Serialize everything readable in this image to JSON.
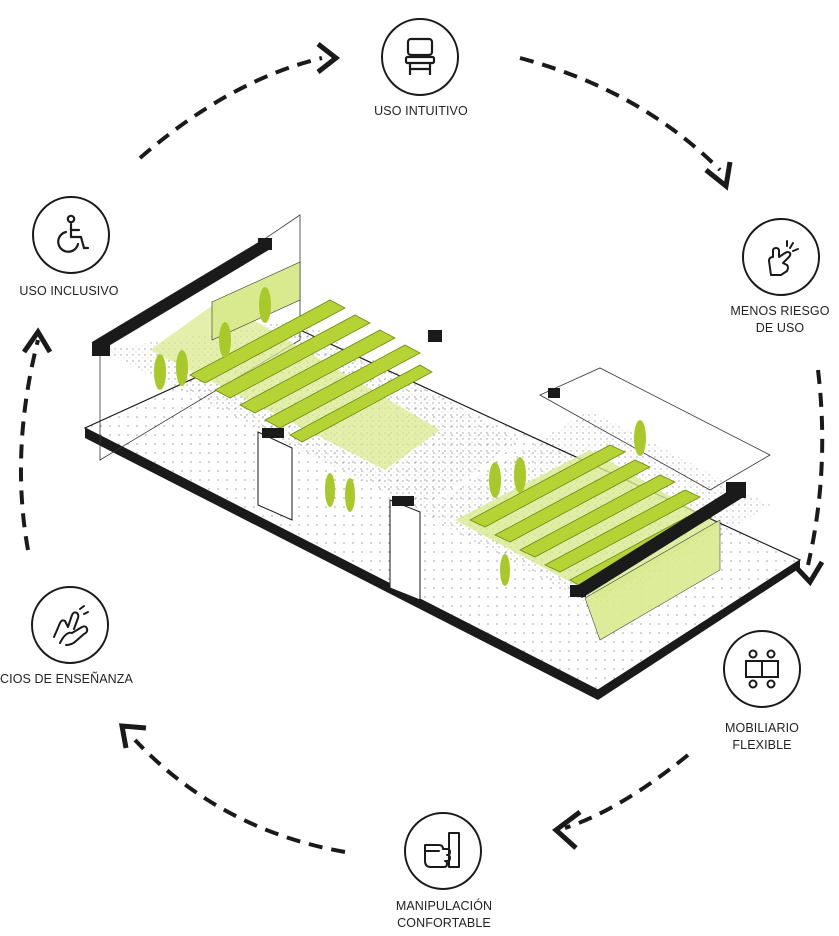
{
  "nodes": [
    {
      "id": "uso-intuitivo",
      "label": "USO INTUITIVO",
      "icon": "chair-icon"
    },
    {
      "id": "menos-riesgo",
      "label_line1": "MENOS RIESGO",
      "label_line2": "DE USO",
      "icon": "snap-hand-icon"
    },
    {
      "id": "mobiliario-flexible",
      "label_line1": "MOBILIARIO",
      "label_line2": "FLEXIBLE",
      "icon": "table-layout-icon"
    },
    {
      "id": "manipulacion",
      "label_line1": "MANIPULACIÓN",
      "label_line2": "CONFORTABLE",
      "icon": "hand-press-icon"
    },
    {
      "id": "ensenanza",
      "label": "CIOS DE ENSEÑANZA",
      "icon": "sign-language-icon"
    },
    {
      "id": "uso-inclusivo",
      "label": "USO INCLUSIVO",
      "icon": "wheelchair-icon"
    }
  ],
  "colors": {
    "accent": "#b5d334",
    "accent_light": "#d9ea8e",
    "line": "#1a1a1a"
  }
}
